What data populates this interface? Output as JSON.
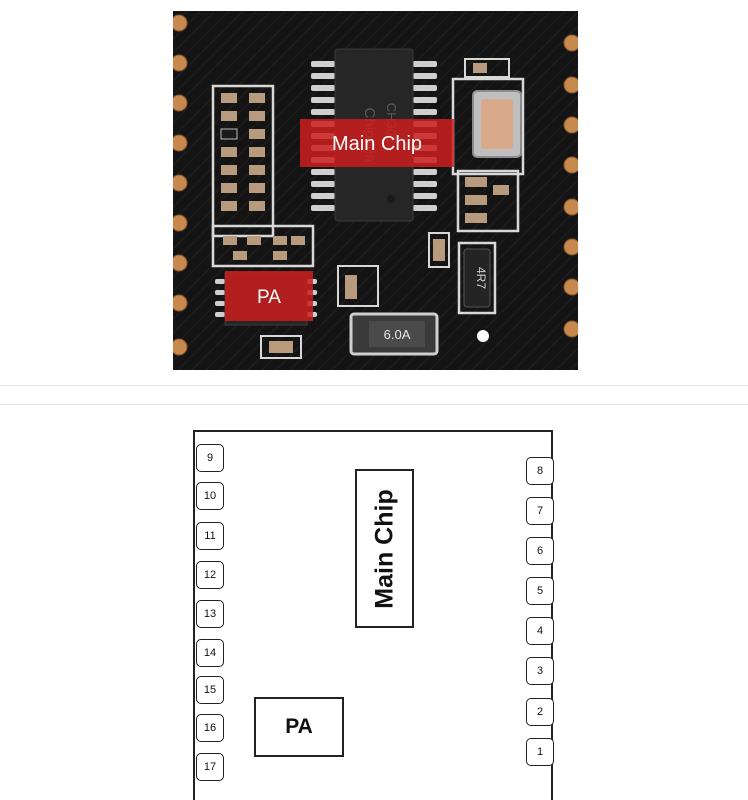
{
  "photo": {
    "main_chip_label": "Main Chip",
    "pa_label": "PA",
    "component_marking": "6.0A",
    "inductor_marking": "4R7",
    "chip_marking_1": "Chipsea",
    "chip_marking_2": "CH302"
  },
  "diagram": {
    "main_chip_label": "Main Chip",
    "pa_label": "PA",
    "left_pins": [
      "9",
      "10",
      "11",
      "12",
      "13",
      "14",
      "15",
      "16",
      "17"
    ],
    "right_pins": [
      "8",
      "7",
      "6",
      "5",
      "4",
      "3",
      "2",
      "1"
    ]
  },
  "colors": {
    "pcb": "#161616",
    "pad": "#c8894e",
    "silk": "#dcdcdc",
    "highlight": "#cc1d1d"
  }
}
